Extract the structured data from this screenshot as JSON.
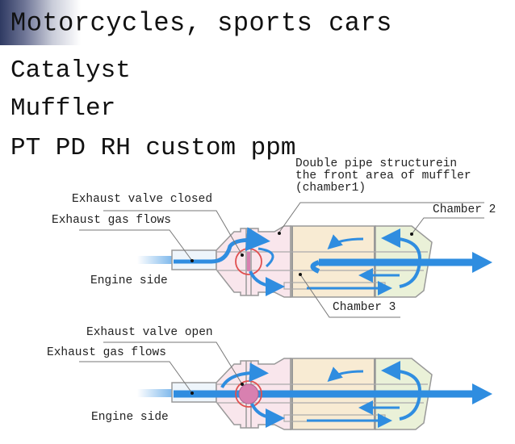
{
  "header": {
    "title": "Motorcycles, sports cars"
  },
  "bullets": [
    "Catalyst",
    "Muffler",
    "PT PD RH custom ppm"
  ],
  "diagrams": {
    "closed": {
      "valve_label": "Exhaust valve closed",
      "flow_label": "Exhaust gas flows",
      "engine_label": "Engine side",
      "chamber1_label_lines": [
        "Double pipe structurein",
        "the front area of muffler",
        "(chamber1)"
      ],
      "chamber2_label": "Chamber 2",
      "chamber3_label": "Chamber 3"
    },
    "open": {
      "valve_label": "Exhaust valve open",
      "flow_label": "Exhaust gas flows",
      "engine_label": "Engine side"
    }
  },
  "colors": {
    "flow_blue": "#2f8de0",
    "chamber1_fill": "#f9e6ec",
    "chamber2_fill": "#eaf1d8",
    "chamber3_fill": "#f8ebd3",
    "valve_red": "#e05050",
    "valve_pink": "#d880b0",
    "outline_gray": "#9a9a9a",
    "header_gradient_dark": "#2f3a62"
  }
}
